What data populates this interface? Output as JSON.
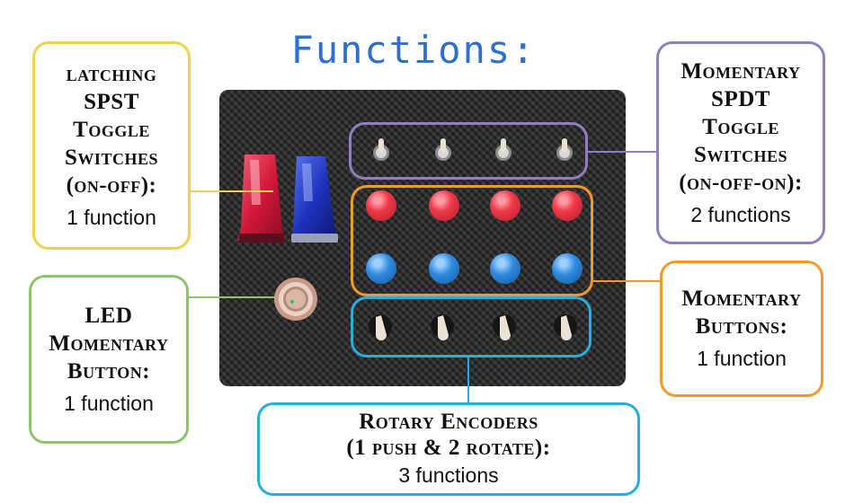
{
  "title": "Functions:",
  "callouts": {
    "latching": {
      "lines": [
        "latching",
        "SPST",
        "Toggle",
        "Switches",
        "(on-off):"
      ],
      "functions": "1 function",
      "color": "#f2d04a"
    },
    "led": {
      "lines": [
        "LED",
        "Momentary",
        "Button:"
      ],
      "functions": "1 function",
      "color": "#8fc46a"
    },
    "spdt": {
      "lines": [
        "Momentary",
        "SPDT",
        "Toggle",
        "Switches",
        "(on-off-on):"
      ],
      "functions": "2 functions",
      "color": "#8f7fc2"
    },
    "buttons": {
      "lines": [
        "Momentary",
        "Buttons:"
      ],
      "functions": "1 function",
      "color": "#ef9a2b"
    },
    "rotary": {
      "lines": [
        "Rotary Encoders",
        "(1 push & 2 rotate):"
      ],
      "functions": "3 functions",
      "color": "#27aee0"
    }
  },
  "panel": {
    "toggle_switches": 4,
    "red_buttons": 4,
    "blue_buttons": 4,
    "rotary_encoders": 4,
    "covered_toggles": [
      "red",
      "blue"
    ],
    "led_button": 1
  }
}
